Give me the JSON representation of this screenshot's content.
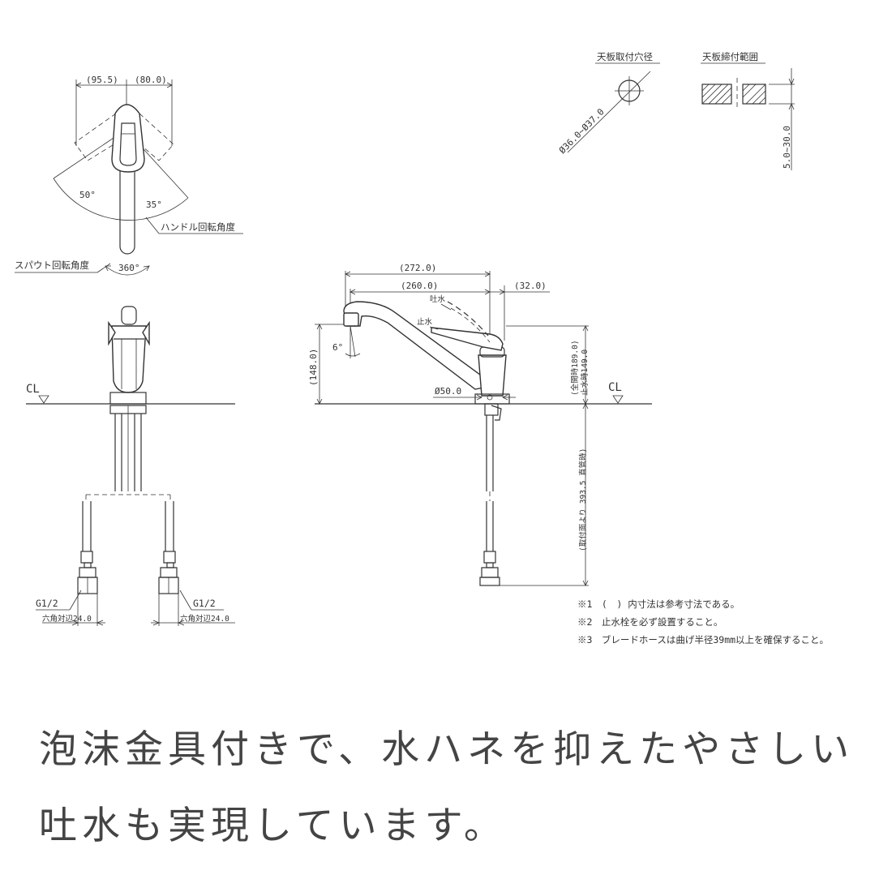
{
  "top_view": {
    "dim_left": "(95.5)",
    "dim_right": "(80.0)",
    "angle_left": "50°",
    "angle_right": "35°",
    "handle_label": "ハンドル回転角度",
    "spout_label": "スパウト回転角度",
    "spout_angle": "360°"
  },
  "mount_hole": {
    "title": "天板取付穴径",
    "dim": "Ø36.0~Ø37.0"
  },
  "counter_range": {
    "title": "天板締付範囲",
    "dim": "5.0~30.0"
  },
  "front_view": {
    "cl_label": "CL",
    "thread_left": "G1/2",
    "thread_right": "G1/2",
    "hex_left": "六角対辺24.0",
    "hex_right": "六角対辺24.0"
  },
  "side_view": {
    "dim_272": "(272.0)",
    "dim_260": "(260.0)",
    "dim_32": "(32.0)",
    "dim_148": "(148.0)",
    "angle_6": "6°",
    "label_discharge": "吐水",
    "label_stop": "止水",
    "dim_50": "Ø50.0",
    "dim_height_open": "(全開時189.0)",
    "dim_height_closed": "止水時149.0",
    "cl_label": "CL",
    "dim_393": "(取付面より 393.5 直管時)"
  },
  "notes": [
    "※1　(　) 内寸法は参考寸法である。",
    "※2　止水栓を必ず設置すること。",
    "※3　ブレードホースは曲げ半径39mm以上を確保すること。"
  ],
  "caption": {
    "line1": "泡沫金具付きで、水ハネを抑えたやさしい",
    "line2": "吐水も実現しています。"
  }
}
